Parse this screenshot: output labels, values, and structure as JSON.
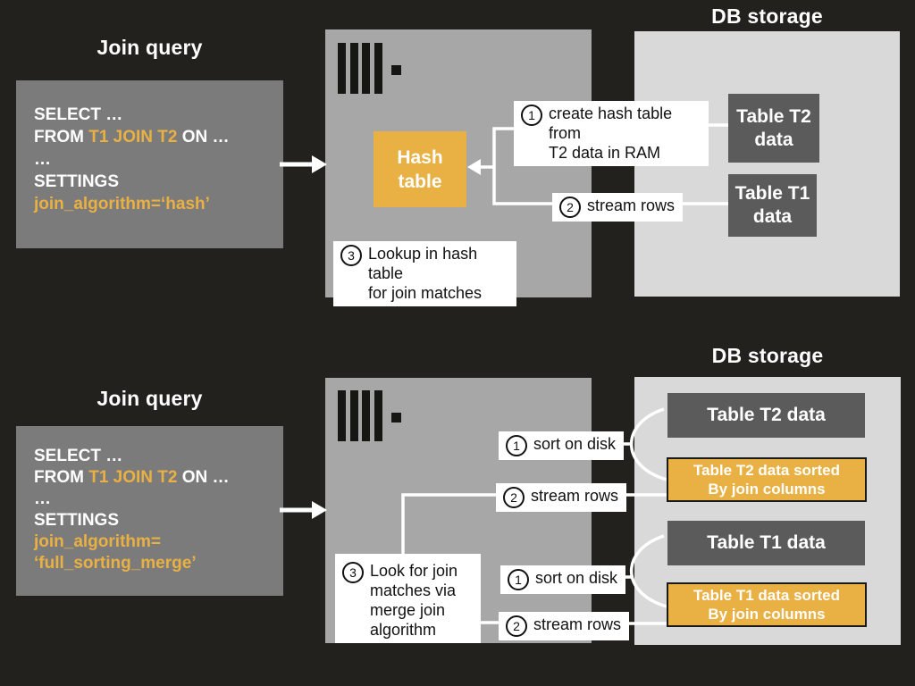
{
  "colors": {
    "background": "#22211d",
    "accent_orange": "#e9b044",
    "query_box_gray": "#7b7b7b",
    "server_box_gray": "#a7a7a7",
    "storage_box_gray": "#d9d9d9",
    "table_box_dark_gray": "#5b5b5b",
    "connector_white": "#ffffff",
    "label_text_black": "#111111"
  },
  "top": {
    "join_query_title": "Join query",
    "db_storage_title": "DB storage",
    "query": {
      "select": "SELECT …",
      "from_pre": "FROM ",
      "from_hl": "T1 JOIN T2",
      "from_post": " ON …",
      "dots": "…",
      "settings": "SETTINGS",
      "algorithm": "join_algorithm=‘hash’"
    },
    "hash_table": {
      "line1": "Hash",
      "line2": "table"
    },
    "step1": {
      "num": "1",
      "line1": "create hash table from",
      "line2": "T2 data in RAM"
    },
    "step2": {
      "num": "2",
      "text": "stream rows"
    },
    "step3": {
      "num": "3",
      "line1": "Lookup in hash table",
      "line2": "for join matches"
    },
    "storage": {
      "t2_line1": "Table T2",
      "t2_line2": "data",
      "t1_line1": "Table T1",
      "t1_line2": "data"
    }
  },
  "bottom": {
    "join_query_title": "Join query",
    "db_storage_title": "DB storage",
    "query": {
      "select": "SELECT …",
      "from_pre": "FROM ",
      "from_hl": "T1 JOIN T2",
      "from_post": " ON …",
      "dots": "…",
      "settings": "SETTINGS",
      "algorithm_line1": "join_algorithm=",
      "algorithm_line2": "‘full_sorting_merge’"
    },
    "sort_t2": {
      "num": "1",
      "text": "sort on disk"
    },
    "stream_t2": {
      "num": "2",
      "text": "stream rows"
    },
    "step3": {
      "num": "3",
      "line1": "Look for join",
      "line2": "matches via",
      "line3": "merge join",
      "line4": "algorithm"
    },
    "sort_t1": {
      "num": "1",
      "text": "sort on disk"
    },
    "stream_t1": {
      "num": "2",
      "text": "stream rows"
    },
    "storage": {
      "t2_data": "Table T2 data",
      "t2_sorted_line1": "Table T2 data sorted",
      "t2_sorted_line2": "By join columns",
      "t1_data": "Table T1 data",
      "t1_sorted_line1": "Table T1 data sorted",
      "t1_sorted_line2": "By join columns"
    }
  }
}
